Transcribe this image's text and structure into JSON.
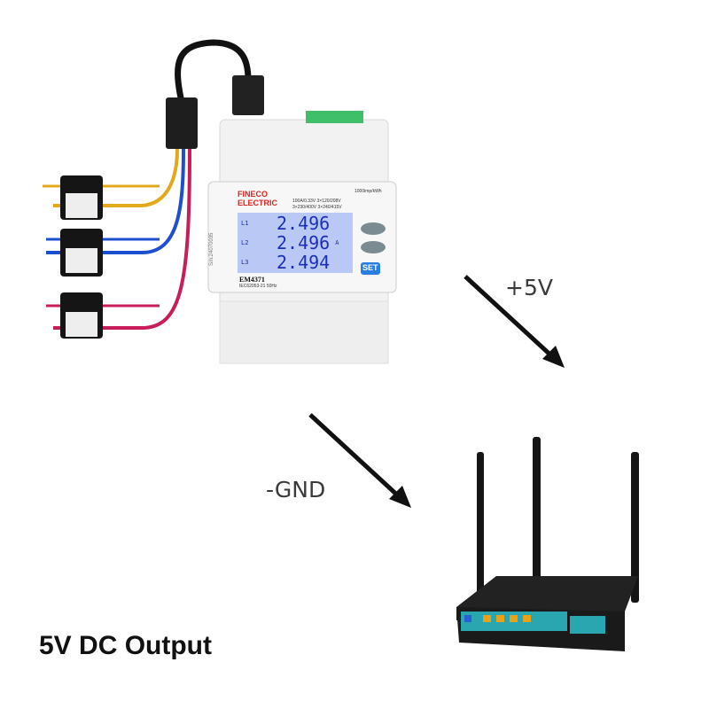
{
  "meter": {
    "brand_logo": "FINECO ELECTRIC",
    "model": "EM4371",
    "standard": "IEC62053-21 50Hz",
    "ratings_line1": "100A/0.33V  3×120/208V",
    "ratings_line2": "3×230/400V  3×240/415V",
    "pulse": "1000imp/kWh",
    "serial": "S/n:24070035",
    "set_button": "SET",
    "display": {
      "phases": [
        "L1",
        "L2",
        "L3"
      ],
      "values": [
        "2.496",
        "2.496",
        "2.494"
      ],
      "unit": "A"
    }
  },
  "labels": {
    "positive": "+5V",
    "ground": "-GND",
    "title": "5V DC Output"
  },
  "colors": {
    "wire_yellow": "#e3a91c",
    "wire_blue": "#1f4fd1",
    "wire_red": "#c81d5a",
    "lcd": "#b9c8f5",
    "lcd_digits": "#1b2fb8",
    "router_body": "#1b1b1b",
    "router_ports": "#2aa6b0"
  }
}
